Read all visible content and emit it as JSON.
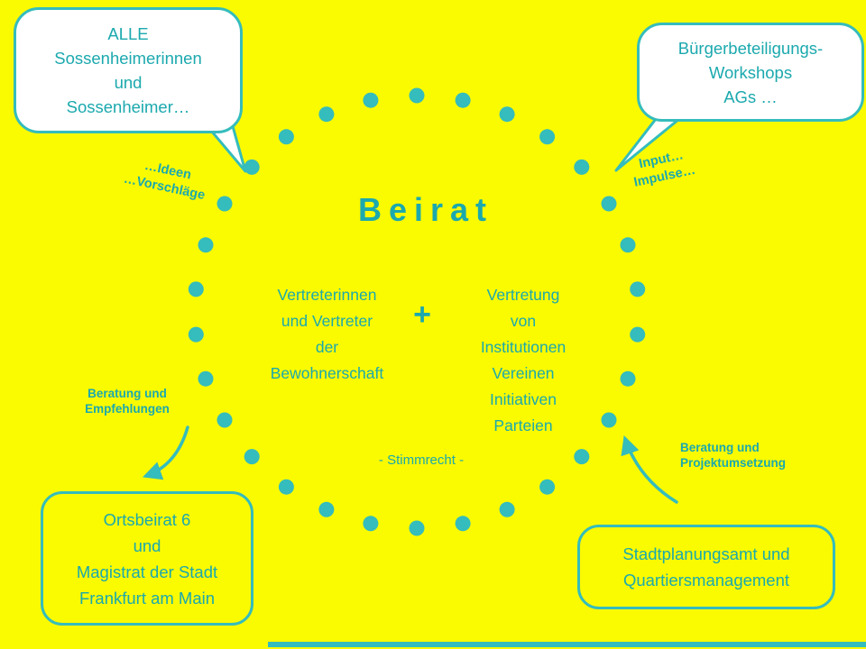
{
  "colors": {
    "background": "#FAFA00",
    "teal_shapes": "#35BCBC",
    "teal_text": "#1BA9AE",
    "bubble_fill": "#FFFFFF"
  },
  "center": {
    "title": "Beirat",
    "left_group": [
      "Vertreterinnen",
      "und Vertreter",
      "der",
      "Bewohnerschaft"
    ],
    "plus": "+",
    "right_group": [
      "Vertretung",
      "von",
      "Institutionen",
      "Vereinen",
      "Initiativen",
      "Parteien"
    ],
    "footnote": "- Stimmrecht -"
  },
  "bubbles": {
    "top_left": {
      "lines": [
        "ALLE",
        "Sossenheimerinnen",
        "und",
        "Sossenheimer…"
      ]
    },
    "top_right": {
      "lines": [
        "Bürgerbeteiligungs-",
        "Workshops",
        "AGs …"
      ]
    }
  },
  "boxes": {
    "bottom_left": {
      "lines": [
        "Ortsbeirat 6",
        "und",
        "Magistrat der Stadt",
        "Frankfurt am Main"
      ]
    },
    "bottom_right": {
      "lines": [
        "Stadtplanungsamt und",
        "Quartiersmanagement"
      ]
    }
  },
  "labels": {
    "ideen": {
      "lines": [
        "…Ideen",
        "…Vorschläge"
      ]
    },
    "input": {
      "lines": [
        "Input…",
        "Impulse…"
      ]
    },
    "beratung_links": {
      "lines": [
        "Beratung und",
        "Empfehlungen"
      ]
    },
    "beratung_rechts": {
      "lines": [
        "Beratung und",
        "Projektumsetzung"
      ]
    }
  }
}
